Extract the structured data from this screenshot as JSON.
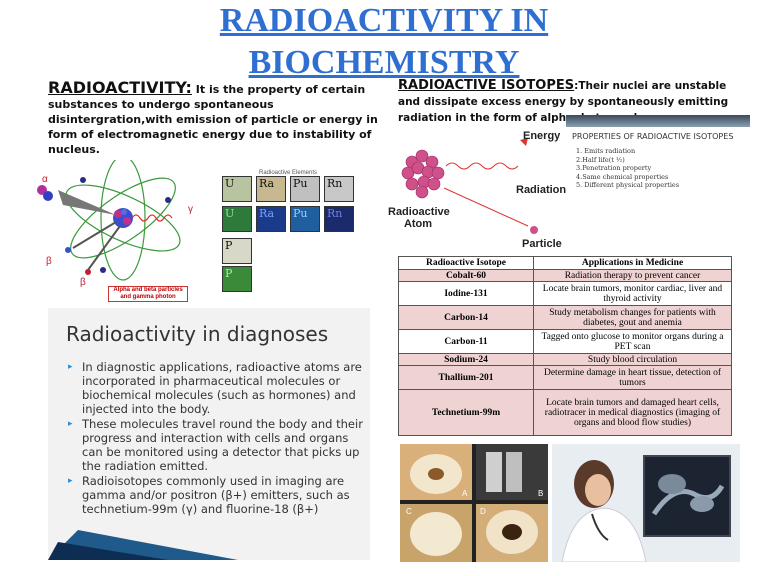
{
  "title": {
    "line1": "RADIOACTIVITY IN",
    "line2": "BIOCHEMISTRY"
  },
  "definition": {
    "heading": "RADIOACTIVITY:",
    "text": " It is the property of certain substances to undergo spontaneous disintergration,with emission of particle or energy in form of electromagnetic energy due to instability of nucleus."
  },
  "isotopes_intro": {
    "heading": "RADIOACTIVE ISOTOPES",
    "text": ":Their nuclei are unstable and dissipate excess energy by spontaneously emitting radiation in the form of alpha, beta, and ga"
  },
  "atom_figure": {
    "alpha": "α",
    "beta_minus": "β",
    "beta_plus": "β",
    "gamma": "γ",
    "caption": "Alpha and beta particles and gamma photon"
  },
  "tiles": {
    "header": "Radioactive Elements",
    "row1": [
      "U",
      "Ra",
      "Pu",
      "Rn"
    ],
    "row2": [
      "U",
      "Ra",
      "Pu",
      "Rn"
    ],
    "row3": [
      "P"
    ],
    "row4": [
      "P"
    ]
  },
  "radiation_figure": {
    "energy": "Energy",
    "radiation": "Radiation",
    "atom": "Radioactive Atom",
    "particle": "Particle"
  },
  "properties": {
    "heading": "PROPERTIES OF RADIOACTIVE ISOTOPES",
    "items": [
      "1. Emits radiation",
      "2.Half life(t ½)",
      "3.Penetration property",
      "4.Same chemical properties",
      "5. Different physical properties"
    ]
  },
  "applications": {
    "headers": [
      "Radioactive Isotope",
      "Applications in Medicine"
    ],
    "rows": [
      {
        "isotope": "Cobalt-60",
        "use": "Radiation therapy to prevent cancer"
      },
      {
        "isotope": "Iodine-131",
        "use": "Locate brain tumors, monitor cardiac, liver and thyroid activity"
      },
      {
        "isotope": "Carbon-14",
        "use": "Study metabolism changes for patients with diabetes, gout and anemia"
      },
      {
        "isotope": "Carbon-11",
        "use": "Tagged onto glucose to monitor organs during a PET scan"
      },
      {
        "isotope": "Sodium-24",
        "use": "Study blood circulation"
      },
      {
        "isotope": "Thallium-201",
        "use": "Determine damage in heart tissue, detection of tumors"
      },
      {
        "isotope": "Technetium-99m",
        "use": "Locate brain tumors and damaged heart cells, radiotracer in medical diagnostics (imaging of organs and blood flow studies)"
      }
    ]
  },
  "diagnoses": {
    "title": "Radioactivity in diagnoses",
    "items": [
      "In diagnostic applications, radioactive atoms are incorporated in pharmaceutical molecules or biochemical molecules (such as hormones) and injected into the body.",
      "These molecules travel round the body and their progress and interaction with cells and organs can be monitored using a detector that picks up the radiation emitted.",
      "Radioisotopes commonly used in imaging are gamma and/or positron (β+) emitters, such as technetium-99m (γ) and fluorine-18 (β+)"
    ]
  },
  "teeth_labels": {
    "a": "A",
    "b": "B",
    "c": "C",
    "d": "D"
  },
  "colors": {
    "title": "#2f6fd1",
    "table_pink": "#efd3d3",
    "bullet": "#2f8fd1"
  }
}
